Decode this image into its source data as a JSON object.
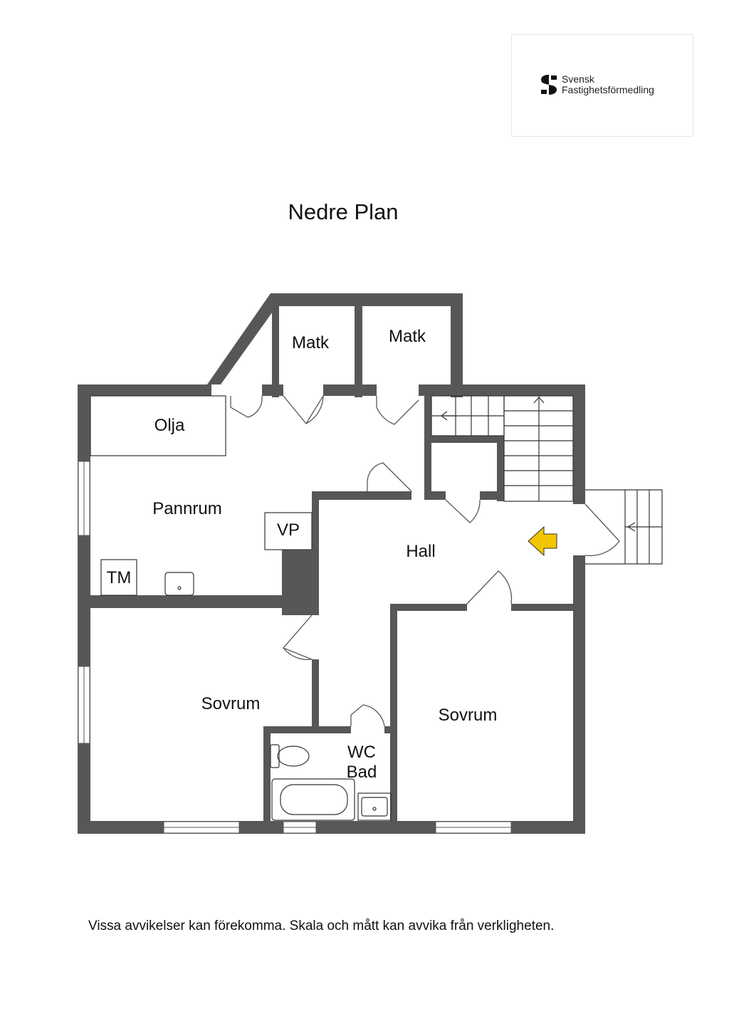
{
  "logo": {
    "line1": "Svensk",
    "line2": "Fastighetsförmedling",
    "icon": "sf-logo-icon"
  },
  "plan": {
    "title": "Nedre Plan",
    "rooms": {
      "matk_left": "Matk",
      "matk_right": "Matk",
      "olja": "Olja",
      "pannrum": "Pannrum",
      "vp": "VP",
      "tm": "TM",
      "hall": "Hall",
      "sovrum_left": "Sovrum",
      "sovrum_right": "Sovrum",
      "wc": "WC",
      "bad": "Bad"
    },
    "entrance_marker": "entrance-arrow-icon",
    "colors": {
      "walls": "#575757",
      "entrance_arrow": "#f2c500"
    }
  },
  "footer": {
    "disclaimer": "Vissa avvikelser kan förekomma. Skala och mått kan avvika från verkligheten."
  }
}
